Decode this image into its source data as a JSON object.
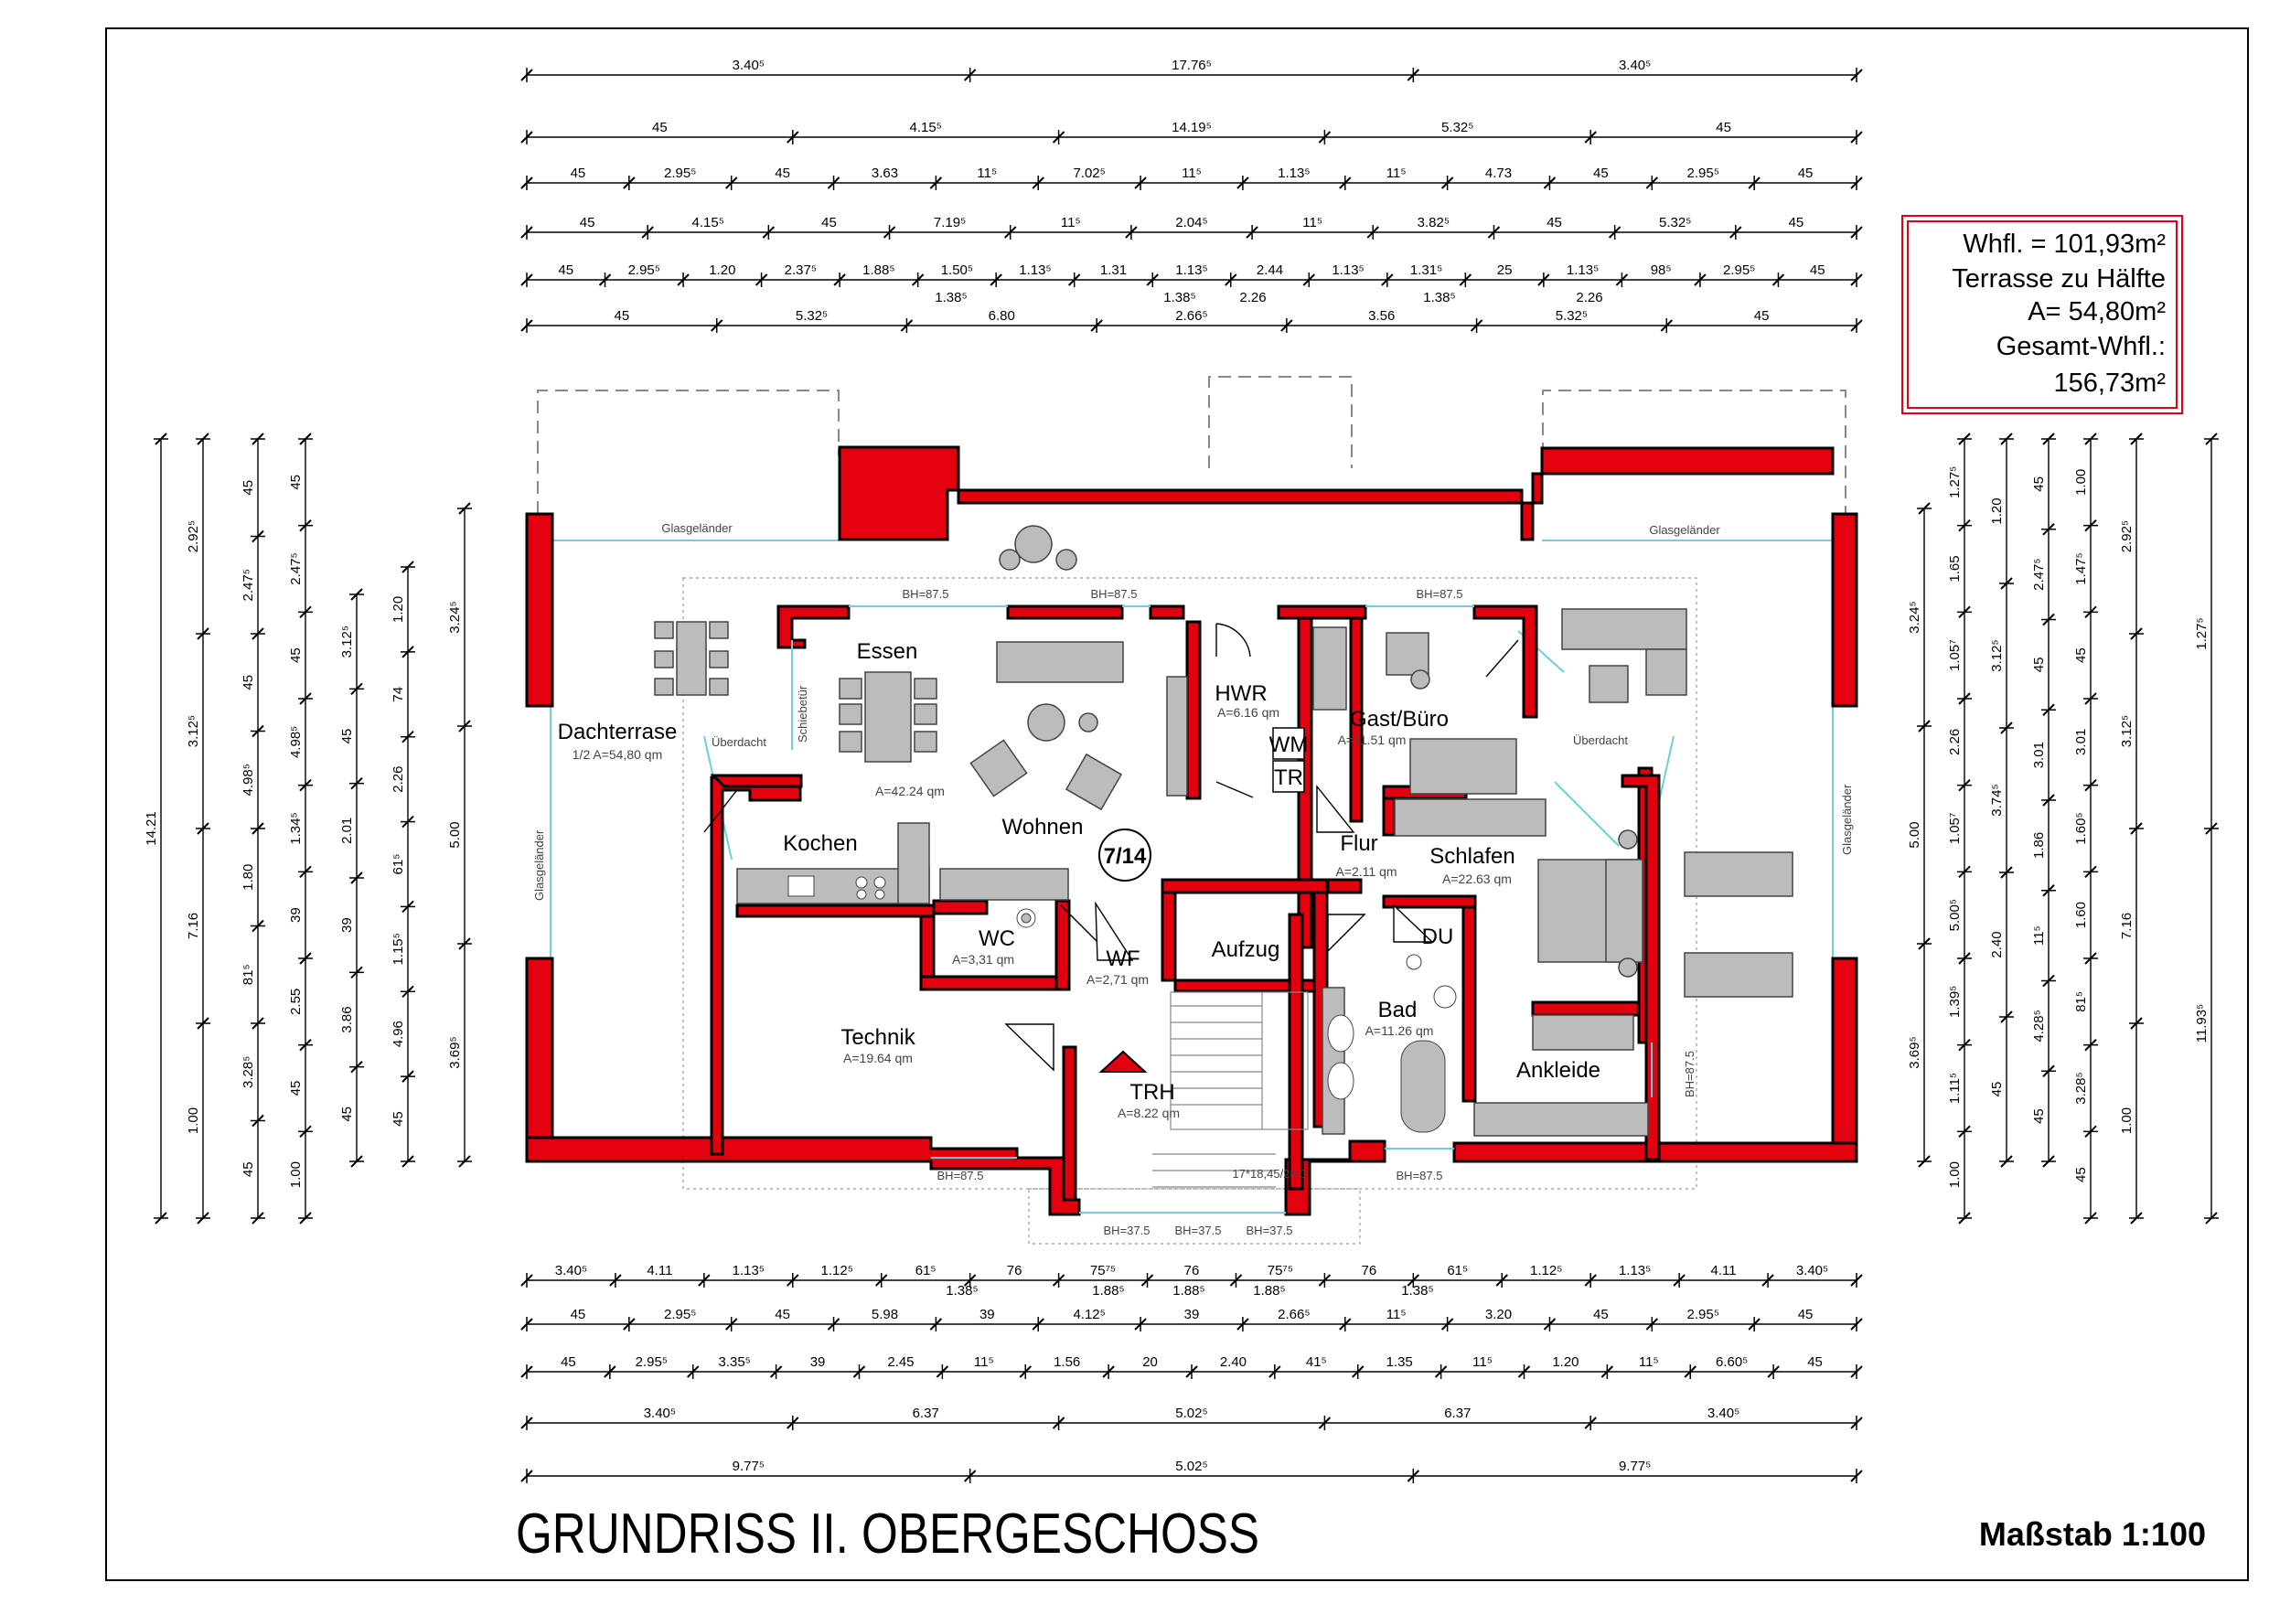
{
  "title": "GRUNDRISS II. OBERGESCHOSS",
  "scale": "Maßstab  1:100",
  "info_box": {
    "line1": "Whfl.  =  101,93m²",
    "line2": "Terrasse zu Hälfte",
    "line3": "A=  54,80m²",
    "line4": "Gesamt-Whfl.:",
    "line5": "156,73m²"
  },
  "stair_marker": "7/14",
  "stair_note": "17*18,45/28,0",
  "rooms": [
    {
      "name": "Essen",
      "area": ""
    },
    {
      "name": "Wohnen",
      "area": "A=42.24  qm"
    },
    {
      "name": "Kochen",
      "area": ""
    },
    {
      "name": "HWR",
      "area": "A=6.16  qm"
    },
    {
      "name": "Gast/Büro",
      "area": "A=11.51  qm"
    },
    {
      "name": "Flur",
      "area": "A=2.11  qm"
    },
    {
      "name": "Schlafen",
      "area": "A=22.63  qm"
    },
    {
      "name": "WC",
      "area": "A=3,31  qm"
    },
    {
      "name": "WF",
      "area": "A=2,71  qm"
    },
    {
      "name": "Aufzug",
      "area": ""
    },
    {
      "name": "DU",
      "area": ""
    },
    {
      "name": "Technik",
      "area": "A=19.64  qm"
    },
    {
      "name": "TRH",
      "area": "A=8.22  qm"
    },
    {
      "name": "Bad",
      "area": "A=11.26  qm"
    },
    {
      "name": "Ankleide",
      "area": ""
    },
    {
      "name": "Dachterrase",
      "area": "1/2  A=54,80  qm"
    }
  ],
  "small_labels": {
    "wm": "WM",
    "tr": "TR",
    "schiebetuer": "Schiebetür",
    "ueberdacht_left": "Überdacht",
    "ueberdacht_right": "Überdacht",
    "glasgelaender_top_left": "Glasgeländer",
    "glasgelaender_top_right": "Glasgeländer",
    "glasgelaender_left": "Glasgeländer",
    "glasgelaender_right": "Glasgeländer",
    "bh_top_1": "BH=87.5",
    "bh_top_2": "BH=87.5",
    "bh_top_3": "BH=87.5",
    "bh_bottom_1": "BH=87.5",
    "bh_bottom_2": "BH=87.5",
    "bh_right": "BH=87.5",
    "bh_stair_1": "BH=37.5",
    "bh_stair_2": "BH=37.5",
    "bh_stair_3": "BH=37.5"
  },
  "dimensions": {
    "top": [
      [
        "3.40⁵",
        "17.76⁵",
        "3.40⁵"
      ],
      [
        "45",
        "4.15⁵",
        "14.19⁵",
        "5.32⁵",
        "45"
      ],
      [
        "45",
        "2.95⁵",
        "45",
        "3.63",
        "11⁵",
        "7.02⁵",
        "11⁵",
        "1.13⁵",
        "11⁵",
        "4.73",
        "45",
        "2.95⁵",
        "45"
      ],
      [
        "45",
        "4.15⁵",
        "45",
        "7.19⁵",
        "11⁵",
        "2.04⁵",
        "11⁵",
        "3.82⁵",
        "45",
        "5.32⁵",
        "45"
      ],
      [
        "45",
        "2.95⁵",
        "1.20",
        "2.37⁵",
        "1.88⁵",
        "1.50⁵",
        "1.13⁵",
        "1.31",
        "1.13⁵",
        "2.44",
        "1.13⁵",
        "1.31⁵",
        "25",
        "1.13⁵",
        "98⁵",
        "2.95⁵",
        "45"
      ],
      [
        "45",
        "5.32⁵",
        "6.80",
        "2.66⁵",
        "3.56",
        "5.32⁵",
        "45"
      ]
    ],
    "top_sub": [
      "1.38⁵",
      "1.38⁵",
      "2.26",
      "1.38⁵",
      "2.26"
    ],
    "bottom": [
      [
        "3.40⁵",
        "4.11",
        "1.13⁵",
        "1.12⁵",
        "61⁵",
        "76",
        "75⁷⁵",
        "76",
        "75⁷⁵",
        "76",
        "61⁵",
        "1.12⁵",
        "1.13⁵",
        "4.11",
        "3.40⁵"
      ],
      [
        "45",
        "2.95⁵",
        "45",
        "5.98",
        "39",
        "4.12⁵",
        "39",
        "2.66⁵",
        "11⁵",
        "3.20",
        "45",
        "2.95⁵",
        "45"
      ],
      [
        "45",
        "2.95⁵",
        "3.35⁵",
        "39",
        "2.45",
        "11⁵",
        "1.56",
        "20",
        "2.40",
        "41⁵",
        "1.35",
        "11⁵",
        "1.20",
        "11⁵",
        "6.60⁵",
        "45"
      ],
      [
        "3.40⁵",
        "6.37",
        "5.02⁵",
        "6.37",
        "3.40⁵"
      ],
      [
        "9.77⁵",
        "5.02⁵",
        "9.77⁵"
      ]
    ],
    "bottom_sub": [
      "1.38⁵",
      "1.88⁵",
      "1.88⁵",
      "1.88⁵",
      "1.38⁵"
    ],
    "left": [
      [
        "14.21"
      ],
      [
        "2.92⁵",
        "3.12⁵",
        "7.16",
        "1.00"
      ],
      [
        "45",
        "2.47⁵",
        "45",
        "4.98⁵",
        "1.80",
        "81⁵",
        "3.28⁵",
        "45"
      ],
      [
        "45",
        "2.47⁵",
        "45",
        "4.98⁵",
        "1.34⁵",
        "39",
        "2.55",
        "45",
        "1.00"
      ],
      [
        "3.12⁵",
        "45",
        "2.01",
        "39",
        "3.86",
        "45"
      ],
      [
        "1.20",
        "74",
        "2.26",
        "61⁵",
        "1.15⁵",
        "4.96",
        "45"
      ],
      [
        "3.24⁵",
        "5.00",
        "3.69⁵"
      ]
    ],
    "right": [
      [
        "3.24⁵",
        "5.00",
        "3.69⁵"
      ],
      [
        "1.27⁵",
        "1.65",
        "1.05⁷",
        "2.26",
        "1.05⁷",
        "5.00⁵",
        "1.39⁵",
        "1.11⁵",
        "1.00"
      ],
      [
        "1.20",
        "3.12⁵",
        "3.74⁵",
        "2.40",
        "45"
      ],
      [
        "45",
        "2.47⁵",
        "45",
        "3.01",
        "1.86",
        "11⁵",
        "4.28⁵",
        "45"
      ],
      [
        "1.00",
        "1.47⁵",
        "45",
        "3.01",
        "1.60⁵",
        "1.60",
        "81⁵",
        "3.28⁵",
        "45"
      ],
      [
        "2.92⁵",
        "3.12⁵",
        "7.16",
        "1.00"
      ],
      [
        "1.27⁵",
        "11.93⁵"
      ]
    ]
  }
}
